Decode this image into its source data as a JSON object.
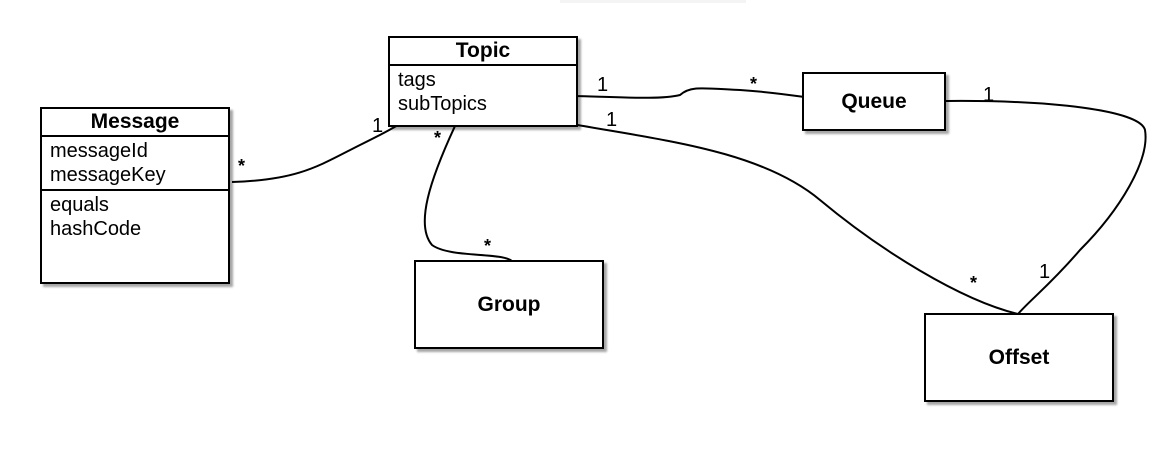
{
  "classes": {
    "topic": {
      "name": "Topic",
      "attributes": [
        "tags",
        "subTopics"
      ]
    },
    "message": {
      "name": "Message",
      "attributes": [
        "messageId",
        "messageKey"
      ],
      "methods": [
        "equals",
        "hashCode"
      ]
    },
    "queue": {
      "name": "Queue"
    },
    "group": {
      "name": "Group"
    },
    "offset": {
      "name": "Offset"
    }
  },
  "associations": [
    {
      "from": "Message",
      "to": "Topic",
      "from_multiplicity": "*",
      "to_multiplicity": "1"
    },
    {
      "from": "Topic",
      "to": "Queue",
      "from_multiplicity": "1",
      "to_multiplicity": "*"
    },
    {
      "from": "Topic",
      "to": "Group",
      "from_multiplicity": "*",
      "to_multiplicity": "*"
    },
    {
      "from": "Topic",
      "to": "Offset",
      "from_multiplicity": "1",
      "to_multiplicity": "*"
    },
    {
      "from": "Queue",
      "to": "Offset",
      "from_multiplicity": "1",
      "to_multiplicity": "1"
    }
  ]
}
